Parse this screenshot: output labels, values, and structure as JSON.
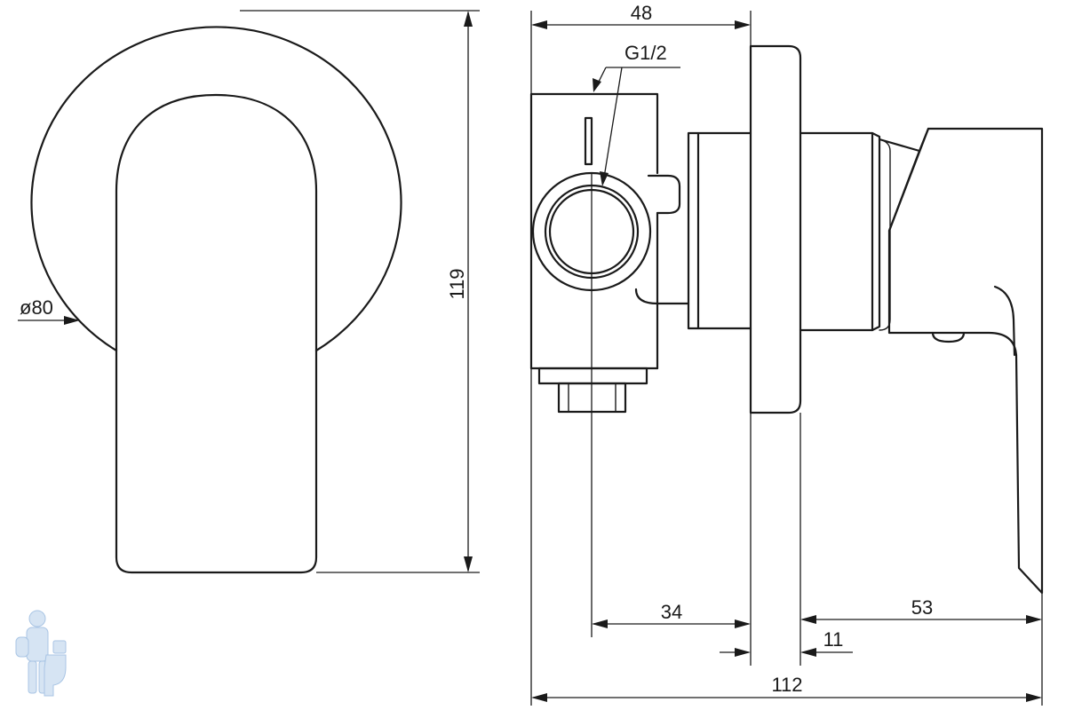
{
  "drawing": {
    "dimensions": {
      "front_diameter": "ø80",
      "front_height": "119",
      "side_depth_top": "48",
      "thread": "G1/2",
      "outlet_offset": "34",
      "handle_depth": "53",
      "plate_thickness": "11",
      "total_depth": "112"
    },
    "colors": {
      "line": "#1a1a1a",
      "background": "#ffffff",
      "watermark": "#cfe0f2"
    }
  }
}
